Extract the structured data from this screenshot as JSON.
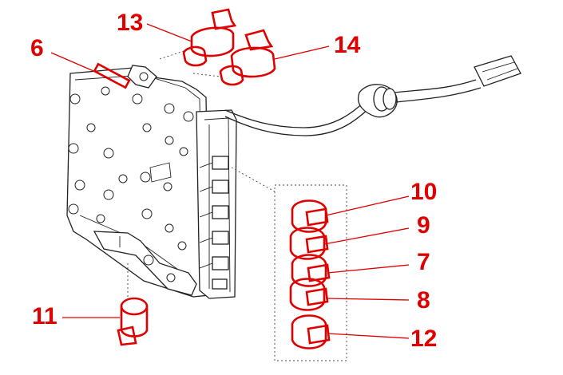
{
  "diagram": {
    "accent_color": "#e00000",
    "line_color": "#222222",
    "callouts": {
      "c13": "13",
      "c6": "6",
      "c14": "14",
      "c10": "10",
      "c9": "9",
      "c7": "7",
      "c8": "8",
      "c12": "12",
      "c11": "11"
    }
  }
}
